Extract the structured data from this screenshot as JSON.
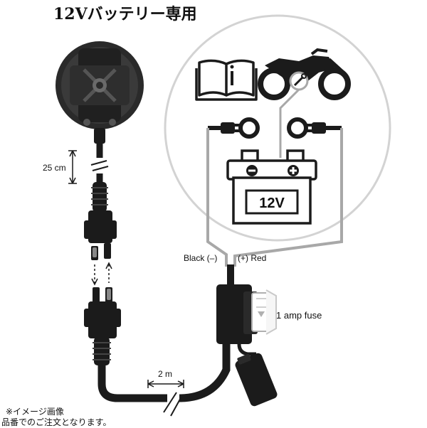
{
  "title": "12Vバッテリー専用",
  "labels": {
    "length_short": "25 cm",
    "length_long": "2 m",
    "black_wire": "Black (–)",
    "red_wire": "(+) Red",
    "fuse": "1 amp fuse",
    "battery_voltage": "12V"
  },
  "notes": {
    "image_note": "※イメージ画像",
    "order_note": "品番でのご注文となります。"
  },
  "icons": {
    "manual": "manual-book-icon",
    "motorcycle": "motorcycle-icon",
    "wrench": "wrench-icon"
  },
  "colors": {
    "cable": "#1b1b1b",
    "wire_gray": "#a8a8a8",
    "circle_outline": "#d3d3d3",
    "text": "#111111"
  }
}
